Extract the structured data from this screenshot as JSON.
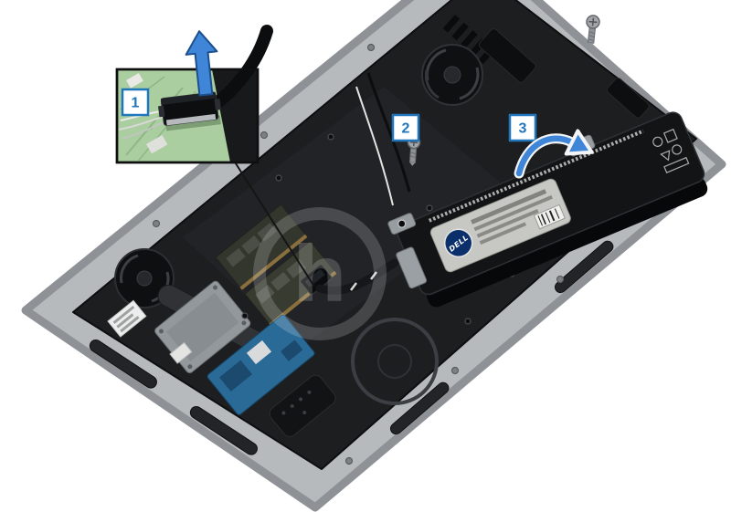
{
  "figure": {
    "background": "#ffffff"
  },
  "callouts": [
    {
      "label": "1"
    },
    {
      "label": "2"
    },
    {
      "label": "3"
    }
  ],
  "battery": {
    "brand": "DELL"
  },
  "watermark": {
    "letter": "h"
  },
  "icons": {
    "screw_2": "phillips-screw-icon",
    "screw_3": "phillips-screw-icon",
    "up_arrow": "up-arrow-icon",
    "rotate_arrow": "curved-rotate-arrow-icon"
  },
  "colors": {
    "accent_blue": "#2076bc",
    "arrow_blue": "#3f86d8",
    "arrow_dark_blue": "#1d4f8f",
    "dell_logo_blue": "#0b2f6b",
    "shell_silver": "#b6babd",
    "interior_dark": "#1d1e20",
    "battery_black": "#131416",
    "pcb_green": "#aace9f"
  }
}
